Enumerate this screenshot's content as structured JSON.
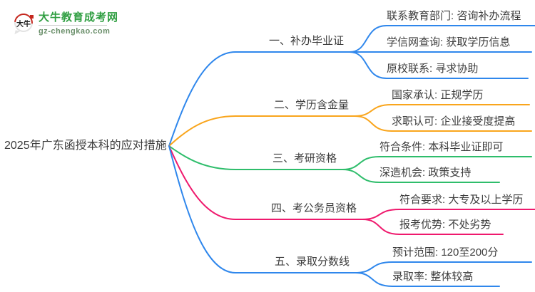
{
  "logo": {
    "title": "大牛教育成考网",
    "url": "gz-chengkao.com",
    "icon_text": "大牛",
    "title_color": "#2f9e41",
    "url_color": "#6a8f6a"
  },
  "center": {
    "title": "2025年广东函授本科的应对措施"
  },
  "colors": {
    "blue": "#2F87EC",
    "orange": "#F9A51C",
    "green": "#2EBD6B",
    "pink": "#EF196D",
    "text": "#3d3d3d"
  },
  "branches": [
    {
      "label": "一、补办毕业证",
      "color": "#2F87EC",
      "items": [
        {
          "label": "联系教育部门: 咨询补办流程"
        },
        {
          "label": "学信网查询: 获取学历信息"
        },
        {
          "label": "原校联系: 寻求协助"
        }
      ]
    },
    {
      "label": "二、学历含金量",
      "color": "#F9A51C",
      "items": [
        {
          "label": "国家承认: 正规学历"
        },
        {
          "label": "求职认可: 企业接受度提高"
        }
      ]
    },
    {
      "label": "三、考研资格",
      "color": "#2EBD6B",
      "items": [
        {
          "label": "符合条件: 本科毕业证即可"
        },
        {
          "label": "深造机会: 政策支持"
        }
      ]
    },
    {
      "label": "四、考公务员资格",
      "color": "#EF196D",
      "items": [
        {
          "label": "符合要求: 大专及以上学历"
        },
        {
          "label": "报考优势: 不处劣势"
        }
      ]
    },
    {
      "label": "五、录取分数线",
      "color": "#2F87EC",
      "items": [
        {
          "label": "预计范围: 120至200分"
        },
        {
          "label": "录取率: 整体较高"
        }
      ]
    }
  ]
}
